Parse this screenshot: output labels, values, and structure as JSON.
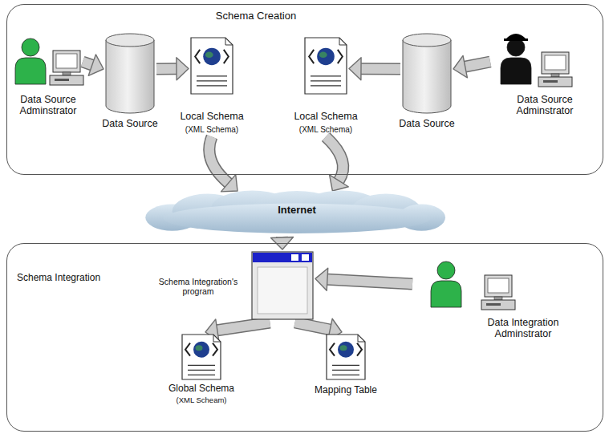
{
  "diagram": {
    "nodes": [
      {
        "text": [
          "Schema Creation"
        ]
      },
      {
        "text": [
          "Data Source Adminstrator"
        ],
        "in": 0
      },
      {
        "text": [
          "Data Source"
        ],
        "in": 0
      },
      {
        "text": [
          "Local Schema",
          "(XML Schema)"
        ],
        "in": 0
      },
      {
        "text": [
          "Local Schema",
          "(XML Schema)"
        ],
        "in": 0
      },
      {
        "text": [
          "Data Source"
        ],
        "in": 0
      },
      {
        "text": [
          "Data Source Adminstrator"
        ],
        "in": 0
      },
      {
        "text": [
          "Internet"
        ]
      },
      {
        "text": [
          "Schema Integration"
        ]
      },
      {
        "text": [
          "Schema Integration's program"
        ],
        "in": 8
      },
      {
        "text": [
          "Data Integration Adminstrator"
        ],
        "in": 8
      },
      {
        "text": [
          "Global Schema",
          "(XML Scheam)"
        ],
        "in": 8
      },
      {
        "text": [
          "Mapping Table"
        ],
        "in": 8
      }
    ],
    "edges": [
      {
        "from": 1,
        "to": 2,
        "arrow": "to"
      },
      {
        "from": 2,
        "to": 3,
        "arrow": "to"
      },
      {
        "from": 6,
        "to": 5,
        "arrow": "to"
      },
      {
        "from": 5,
        "to": 4,
        "arrow": "to"
      },
      {
        "from": 3,
        "to": 7,
        "arrow": "to"
      },
      {
        "from": 4,
        "to": 7,
        "arrow": "to"
      },
      {
        "from": 7,
        "to": 9,
        "arrow": "to"
      },
      {
        "from": 10,
        "to": 9,
        "arrow": "to"
      },
      {
        "from": 9,
        "to": 11,
        "arrow": "to"
      },
      {
        "from": 9,
        "to": 12,
        "arrow": "to"
      }
    ]
  }
}
